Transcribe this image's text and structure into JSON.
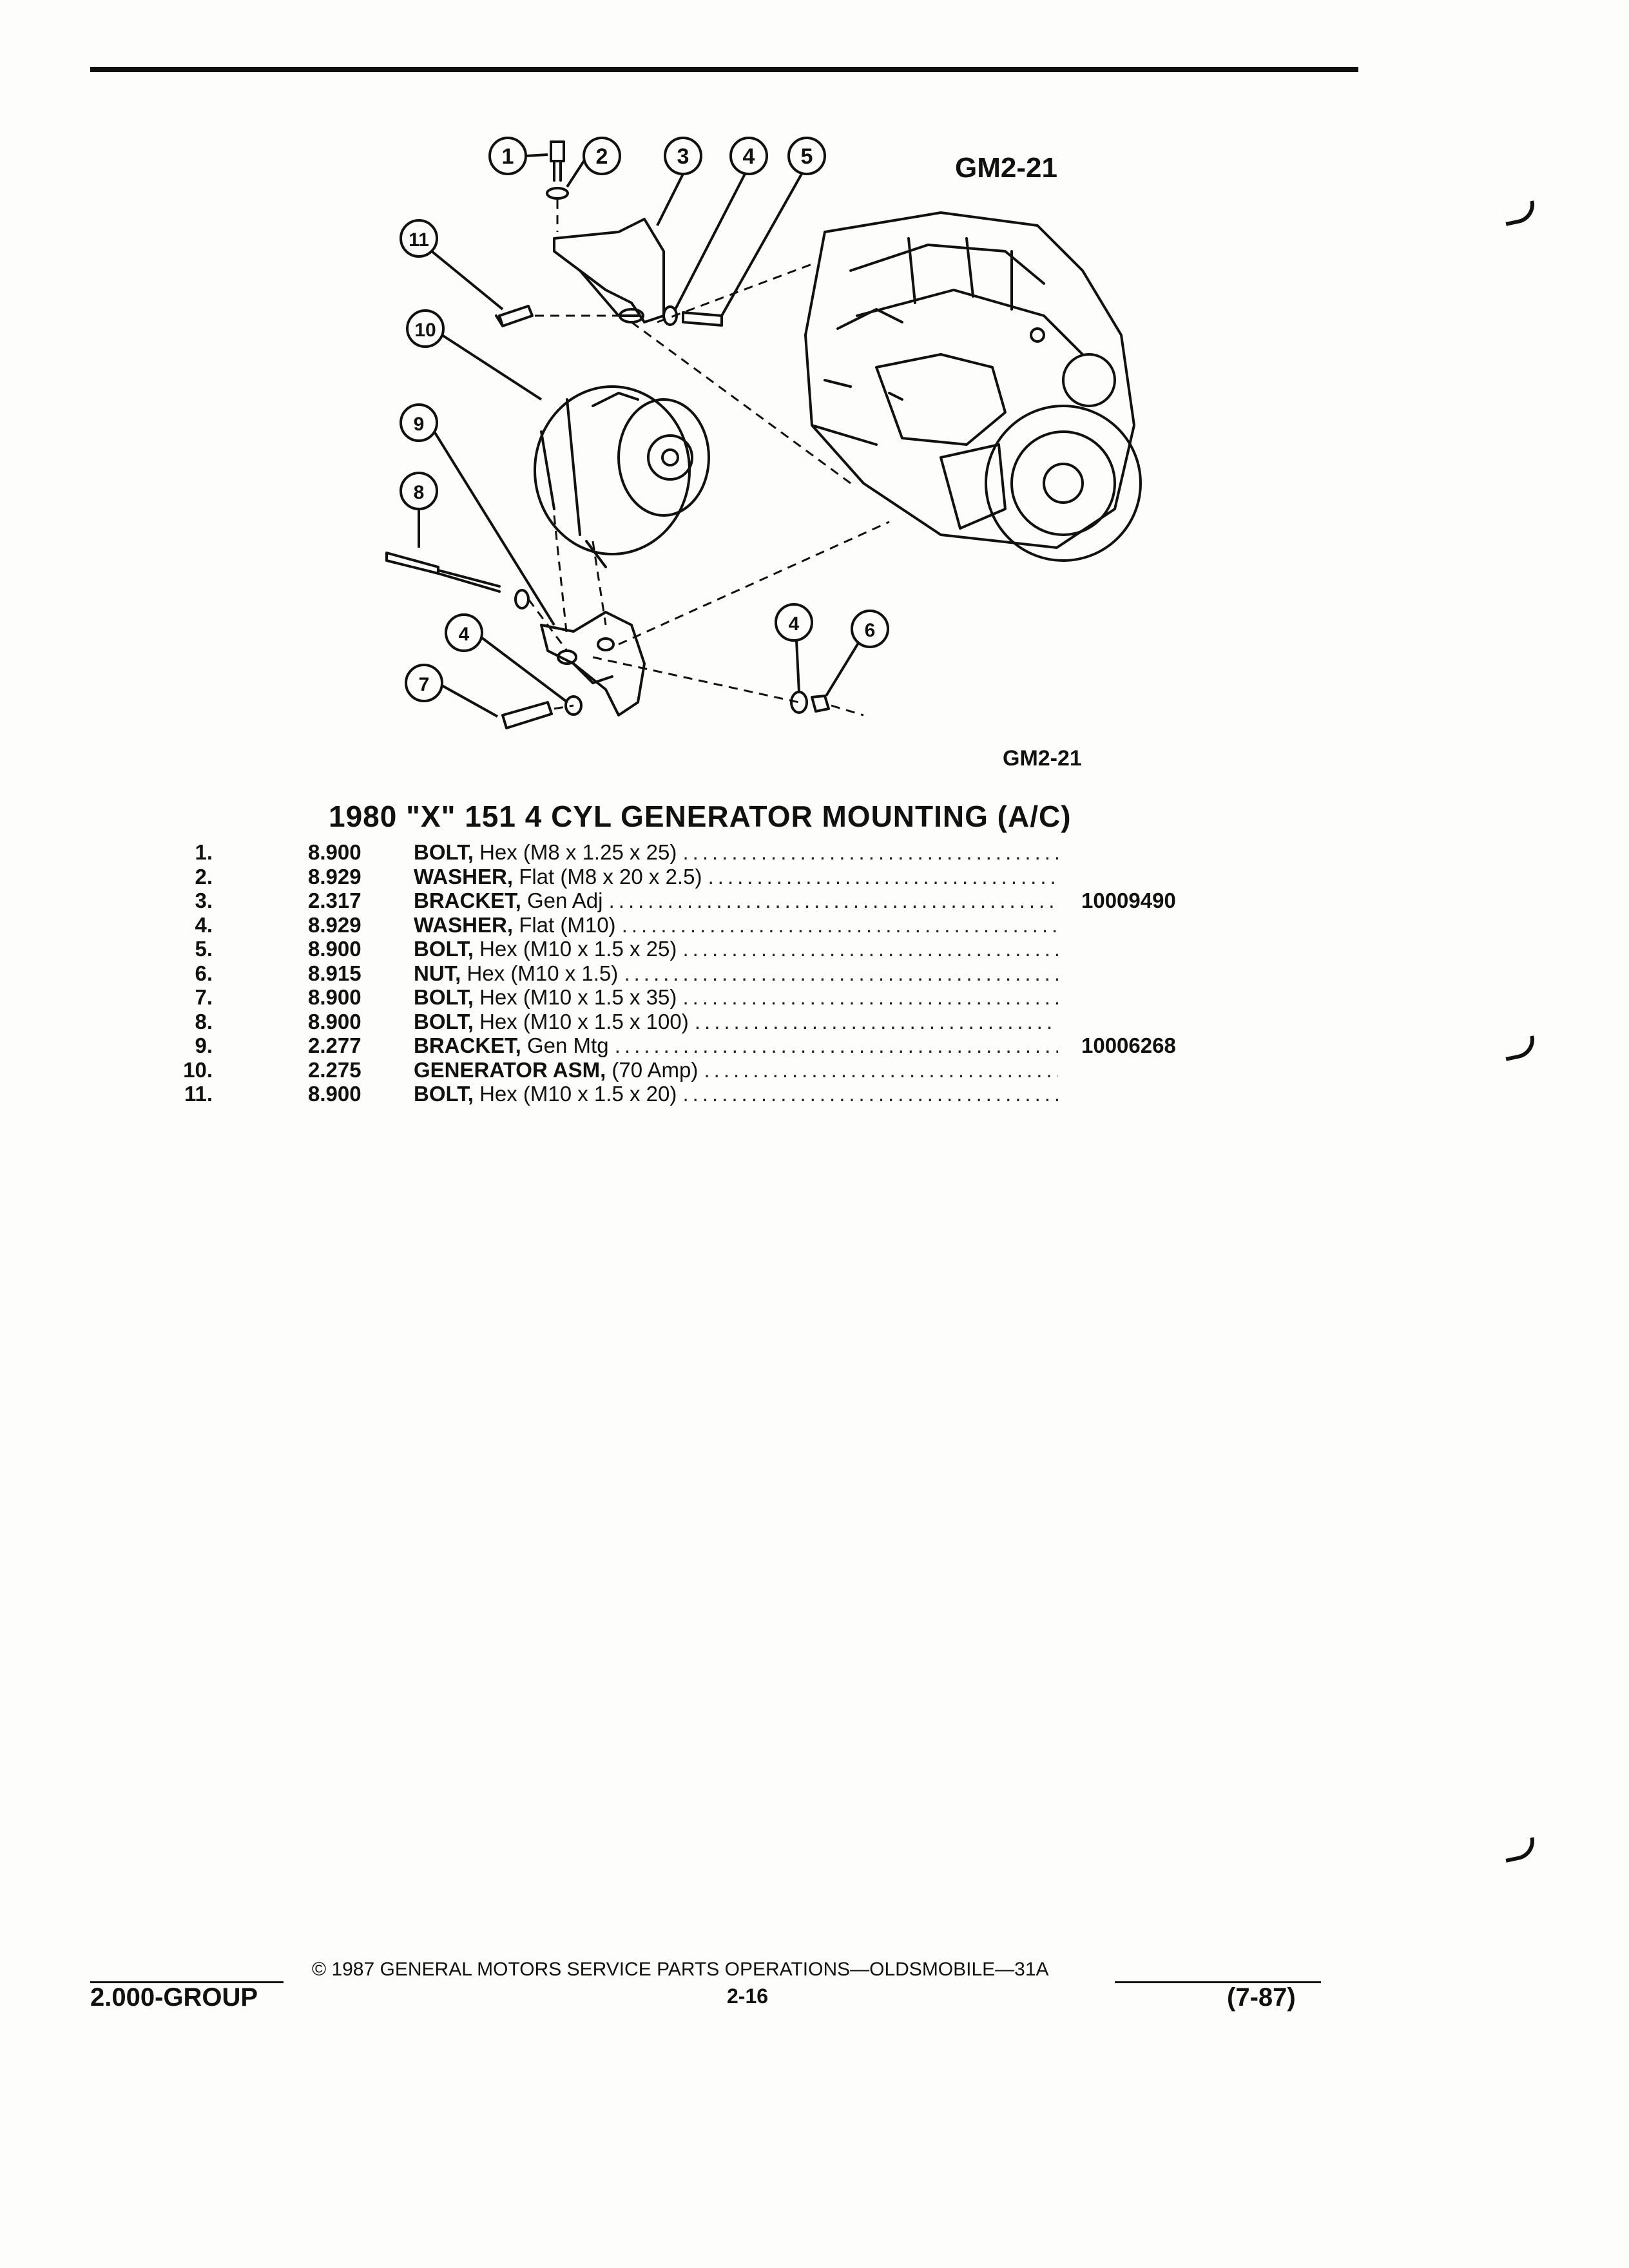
{
  "figure": {
    "label_top": "GM2-21",
    "label_bottom": "GM2-21",
    "callouts": [
      "1",
      "2",
      "3",
      "4",
      "5",
      "11",
      "10",
      "9",
      "8",
      "4",
      "7",
      "4",
      "6"
    ]
  },
  "section": {
    "title": "1980 \"X\" 151 4 CYL GENERATOR MOUNTING (A/C)"
  },
  "parts": [
    {
      "item": "1.",
      "group": "8.900",
      "name": "BOLT,",
      "desc": "Hex (M8 x 1.25 x 25)",
      "part_no": ""
    },
    {
      "item": "2.",
      "group": "8.929",
      "name": "WASHER,",
      "desc": "Flat (M8 x 20 x 2.5)",
      "part_no": ""
    },
    {
      "item": "3.",
      "group": "2.317",
      "name": "BRACKET,",
      "desc": "Gen Adj",
      "part_no": "10009490"
    },
    {
      "item": "4.",
      "group": "8.929",
      "name": "WASHER,",
      "desc": "Flat (M10)",
      "part_no": ""
    },
    {
      "item": "5.",
      "group": "8.900",
      "name": "BOLT,",
      "desc": "Hex (M10 x 1.5 x 25)",
      "part_no": ""
    },
    {
      "item": "6.",
      "group": "8.915",
      "name": "NUT,",
      "desc": "Hex (M10 x 1.5)",
      "part_no": ""
    },
    {
      "item": "7.",
      "group": "8.900",
      "name": "BOLT,",
      "desc": "Hex (M10 x 1.5 x 35)",
      "part_no": ""
    },
    {
      "item": "8.",
      "group": "8.900",
      "name": "BOLT,",
      "desc": "Hex (M10 x 1.5 x 100)",
      "part_no": ""
    },
    {
      "item": "9.",
      "group": "2.277",
      "name": "BRACKET,",
      "desc": "Gen Mtg",
      "part_no": "10006268"
    },
    {
      "item": "10.",
      "group": "2.275",
      "name": "GENERATOR ASM,",
      "desc": "(70 Amp)",
      "part_no": ""
    },
    {
      "item": "11.",
      "group": "8.900",
      "name": "BOLT,",
      "desc": "Hex (M10 x 1.5 x 20)",
      "part_no": ""
    }
  ],
  "footer": {
    "copyright": "© 1987 GENERAL MOTORS SERVICE PARTS OPERATIONS—OLDSMOBILE—31A",
    "group": "2.000-GROUP",
    "page": "2-16",
    "date": "(7-87)"
  }
}
